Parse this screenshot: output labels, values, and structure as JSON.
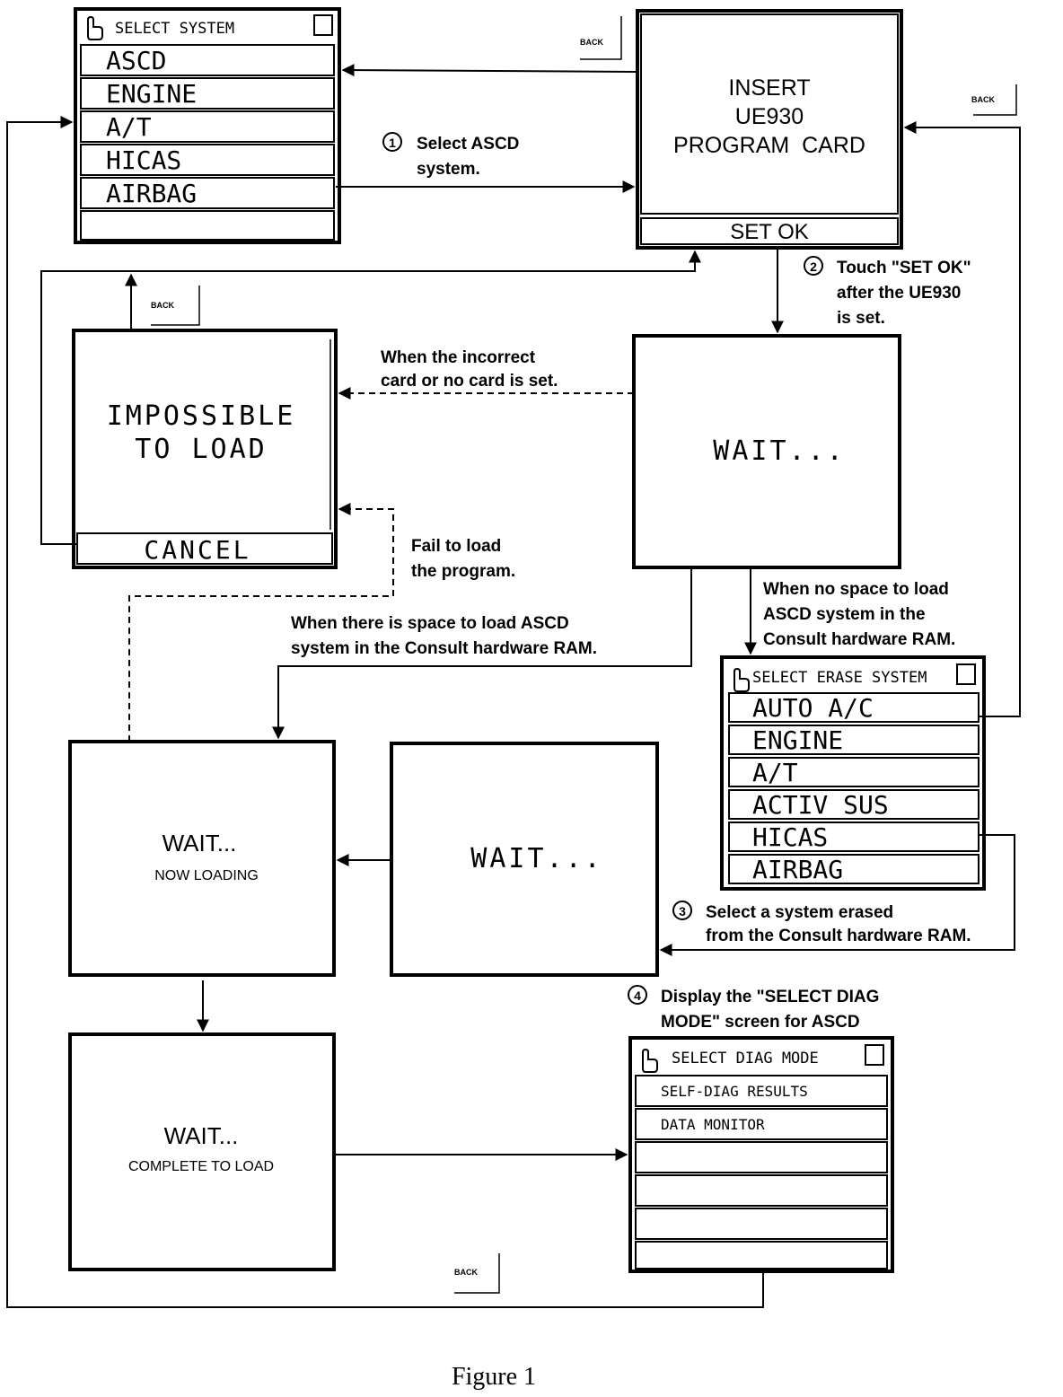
{
  "screens": {
    "select_system": {
      "title": "SELECT SYSTEM",
      "items": [
        "ASCD",
        "ENGINE",
        "A/T",
        "HICAS",
        "AIRBAG",
        ""
      ]
    },
    "insert_card": {
      "line1": "INSERT",
      "line2": "UE930",
      "line3": "PROGRAM  CARD",
      "button": "SET OK"
    },
    "impossible": {
      "line1": "IMPOSSIBLE",
      "line2": "TO LOAD",
      "button": "CANCEL"
    },
    "wait_1": {
      "text": "WAIT..."
    },
    "select_erase": {
      "title": "SELECT ERASE SYSTEM",
      "items": [
        "AUTO A/C",
        "ENGINE",
        "A/T",
        "ACTIV SUS",
        "HICAS",
        "AIRBAG"
      ]
    },
    "wait_now_loading": {
      "line1": "WAIT...",
      "line2": "NOW LOADING"
    },
    "wait_2": {
      "text": "WAIT..."
    },
    "wait_complete": {
      "line1": "WAIT...",
      "line2": "COMPLETE TO LOAD"
    },
    "select_diag": {
      "title": "SELECT DIAG MODE",
      "items": [
        "SELF-DIAG RESULTS",
        "DATA MONITOR",
        "",
        "",
        "",
        ""
      ]
    }
  },
  "back_label": "BACK",
  "annotations": {
    "step1": {
      "num": "1",
      "l1": "Select ASCD",
      "l2": "system."
    },
    "step2": {
      "num": "2",
      "l1": "Touch \"SET OK\"",
      "l2": "after the UE930",
      "l3": "is set."
    },
    "incorrect": {
      "l1": "When the incorrect",
      "l2": "card or no card is set."
    },
    "fail": {
      "l1": "Fail to load",
      "l2": "the program."
    },
    "space": {
      "l1": "When there is space to load ASCD",
      "l2": "system in the Consult hardware RAM."
    },
    "nospace": {
      "l1": "When no space to load",
      "l2": "ASCD system in the",
      "l3": "Consult hardware RAM."
    },
    "step3": {
      "num": "3",
      "l1": "Select a system erased",
      "l2": "from the Consult hardware RAM."
    },
    "step4": {
      "num": "4",
      "l1": "Display the \"SELECT DIAG",
      "l2": "MODE\" screen for ASCD"
    }
  },
  "caption": "Figure 1"
}
